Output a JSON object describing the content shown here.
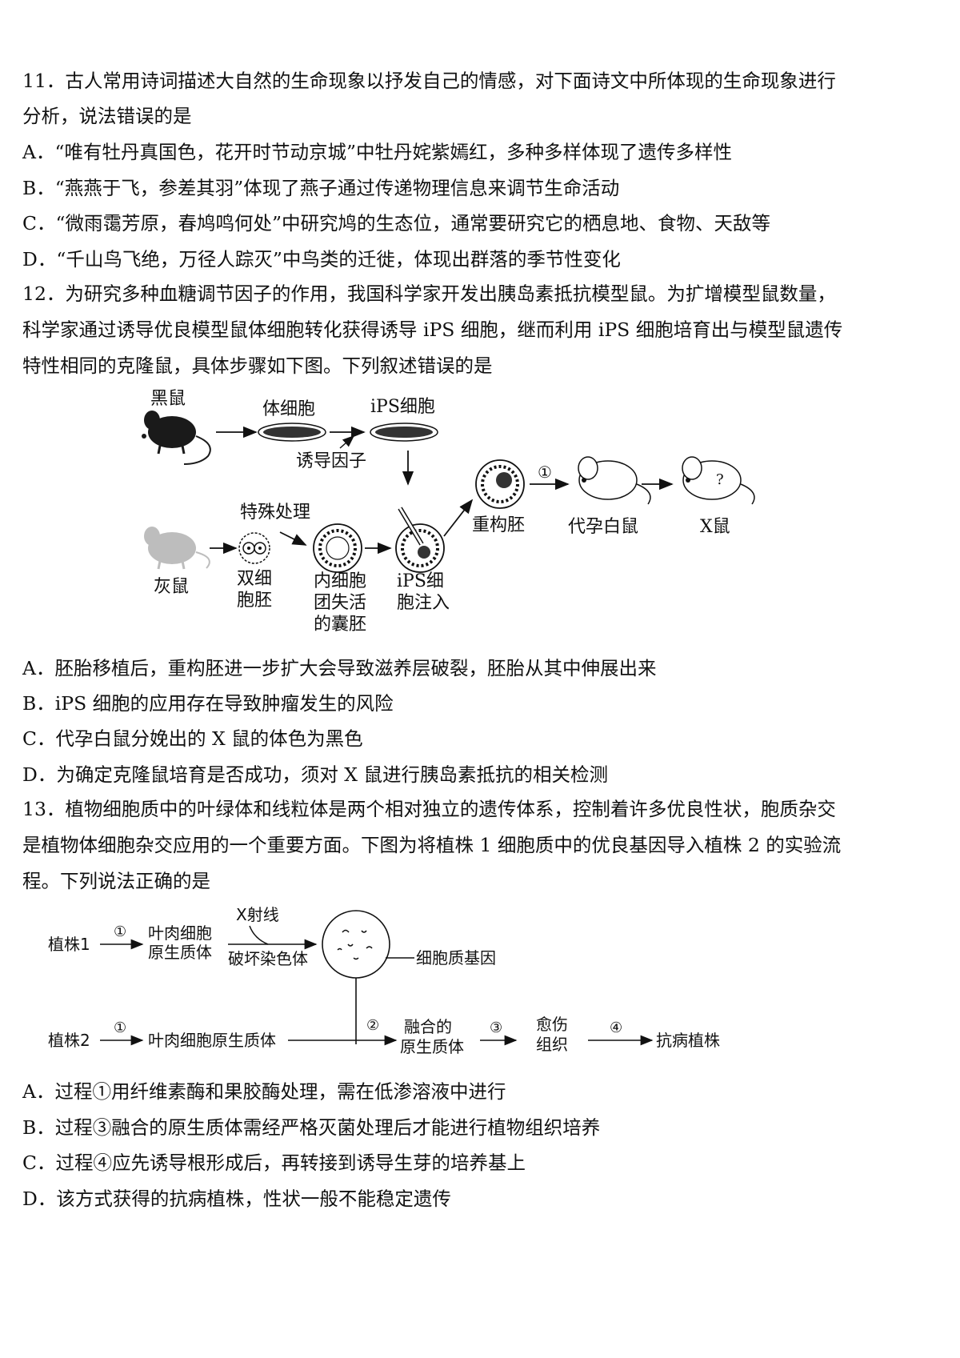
{
  "q11": {
    "stem_line1": "11．古人常用诗词描述大自然的生命现象以抒发自己的情感，对下面诗文中所体现的生命现象进行",
    "stem_line2": "分析，说法错误的是",
    "options": [
      "A．“唯有牡丹真国色，花开时节动京城”中牡丹姹紫嫣红，多种多样体现了遗传多样性",
      "B．“燕燕于飞，参差其羽”体现了燕子通过传递物理信息来调节生命活动",
      "C．“微雨霭芳原，春鸠鸣何处”中研究鸠的生态位，通常要研究它的栖息地、食物、天敌等",
      "D．“千山鸟飞绝，万径人踪灭”中鸟类的迁徙，体现出群落的季节性变化"
    ]
  },
  "q12": {
    "stem_line1": "12．为研究多种血糖调节因子的作用，我国科学家开发出胰岛素抵抗模型鼠。为扩增模型鼠数量，",
    "stem_line2": "科学家通过诱导优良模型鼠体细胞转化获得诱导 iPS 细胞，继而利用 iPS 细胞培育出与模型鼠遗传",
    "stem_line3": "特性相同的克隆鼠，具体步骤如下图。下列叙述错误的是",
    "figure": {
      "black_mouse": "黑鼠",
      "somatic_cell": "体细胞",
      "ips_cell": "iPS细胞",
      "inducing_factor": "诱导因子",
      "special_treatment": "特殊处理",
      "gray_mouse": "灰鼠",
      "two_cell_embryo": [
        "双细",
        "胞胚"
      ],
      "blastocyst": [
        "内细胞",
        "团失活",
        "的囊胚"
      ],
      "ips_injection": [
        "iPS细",
        "胞注入"
      ],
      "reconstructed_embryo": "重构胚",
      "step1": "①",
      "surrogate_mouse": "代孕白鼠",
      "x_mouse": "X鼠",
      "question_mark": "?"
    },
    "options": [
      "A．胚胎移植后，重构胚进一步扩大会导致滋养层破裂，胚胎从其中伸展出来",
      "B．iPS 细胞的应用存在导致肿瘤发生的风险",
      "C．代孕白鼠分娩出的 X 鼠的体色为黑色",
      "D．为确定克隆鼠培育是否成功，须对 X 鼠进行胰岛素抵抗的相关检测"
    ]
  },
  "q13": {
    "stem_line1": "13．植物细胞质中的叶绿体和线粒体是两个相对独立的遗传体系，控制着许多优良性状，胞质杂交",
    "stem_line2": "是植物体细胞杂交应用的一个重要方面。下图为将植株 1 细胞质中的优良基因导入植株 2 的实验流",
    "stem_line3": "程。下列说法正确的是",
    "figure": {
      "plant1": "植株1",
      "plant2": "植株2",
      "step1": "①",
      "step2": "②",
      "step3": "③",
      "step4": "④",
      "protoplast1": [
        "叶肉细胞",
        "原生质体"
      ],
      "xray": "X射线",
      "destroy_chromosome": "破坏染色体",
      "cytoplasmic_gene": "细胞质基因",
      "protoplast2": "叶肉细胞原生质体",
      "fused_protoplast": [
        "融合的",
        "原生质体"
      ],
      "callus": [
        "愈伤",
        "组织"
      ],
      "resistant_plant": "抗病植株"
    },
    "options": [
      "A．过程①用纤维素酶和果胶酶处理，需在低渗溶液中进行",
      "B．过程③融合的原生质体需经严格灭菌处理后才能进行植物组织培养",
      "C．过程④应先诱导根形成后，再转接到诱导生芽的培养基上",
      "D．该方式获得的抗病植株，性状一般不能稳定遗传"
    ]
  }
}
